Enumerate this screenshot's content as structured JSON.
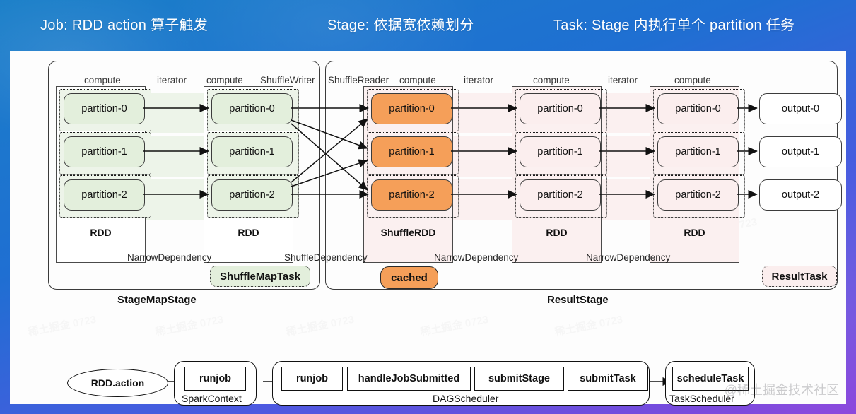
{
  "header": {
    "items": [
      "Job: RDD action 算子触发",
      "Stage: 依据宽依赖划分",
      "Task: Stage 内执行单个 partition 任务"
    ]
  },
  "diagram": {
    "stages": [
      {
        "caption": "StageMapStage",
        "badge": "ShuffleMapTask"
      },
      {
        "caption": "ResultStage",
        "badge": "ResultTask",
        "extra_badge": "cached"
      }
    ],
    "column_labels": [
      "compute",
      "iterator",
      "compute",
      "ShuffleWriter",
      "ShuffleReader",
      "compute",
      "iterator",
      "compute",
      "iterator",
      "compute"
    ],
    "dependency_labels": [
      "NarrowDependency",
      "ShuffleDependency",
      "NarrowDependency",
      "NarrowDependency"
    ],
    "rdds": [
      {
        "name": "RDD",
        "partitions": [
          "partition-0",
          "partition-1",
          "partition-2"
        ],
        "fill": "green"
      },
      {
        "name": "RDD",
        "partitions": [
          "partition-0",
          "partition-1",
          "partition-2"
        ],
        "fill": "green"
      },
      {
        "name": "ShuffleRDD",
        "partitions": [
          "partition-0",
          "partition-1",
          "partition-2"
        ],
        "fill": "orange"
      },
      {
        "name": "RDD",
        "partitions": [
          "partition-0",
          "partition-1",
          "partition-2"
        ],
        "fill": "pink"
      },
      {
        "name": "RDD",
        "partitions": [
          "partition-0",
          "partition-1",
          "partition-2"
        ],
        "fill": "pink"
      }
    ],
    "outputs": [
      "output-0",
      "output-1",
      "output-2"
    ]
  },
  "flow": {
    "trigger": "RDD.action",
    "groups": [
      {
        "name": "SparkContext",
        "cells": [
          "runjob"
        ]
      },
      {
        "name": "DAGScheduler",
        "cells": [
          "runjob",
          "handleJobSubmitted",
          "submitStage",
          "submitTask"
        ]
      },
      {
        "name": "TaskScheduler",
        "cells": [
          "scheduleTask"
        ]
      }
    ]
  },
  "watermark": {
    "brand": "@稀土掘金技术社区",
    "tiles": [
      "稀土掘金 0723",
      "稀土掘金 0723",
      "稀土掘金 0723",
      "稀土掘金 0723",
      "稀土掘金 0723",
      "稀土掘金 0723"
    ]
  },
  "colors": {
    "green_fill": "#e3efdc",
    "orange_fill": "#f59f59",
    "pink_fill": "#fbeeee",
    "header_blue": "#1f6fd2",
    "header_purple": "#8b45dc"
  }
}
